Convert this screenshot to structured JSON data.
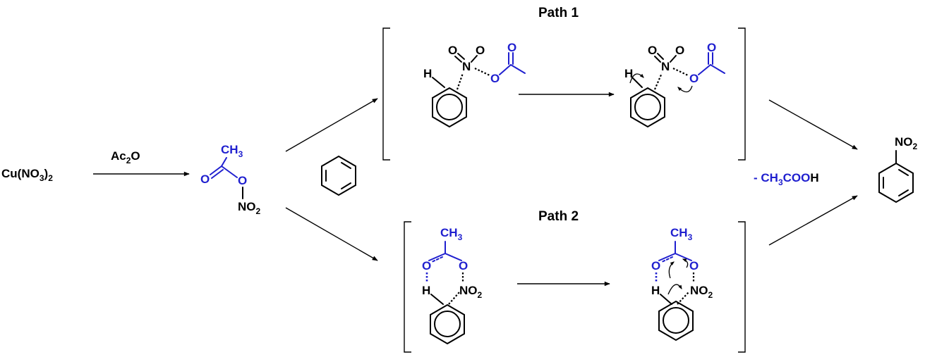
{
  "reactant": {
    "copper_nitrate": {
      "main": "Cu(NO",
      "sub": "3",
      "close": ")",
      "sub2": "2"
    }
  },
  "reagent": {
    "main": "Ac",
    "sub": "2",
    "tail": "O"
  },
  "acetyl_nitrate": {
    "ch3": {
      "main": "CH",
      "sub": "3"
    },
    "carbonyl_o": "O",
    "ester_o": "O",
    "no2": {
      "main": "NO",
      "sub": "2"
    }
  },
  "path1": {
    "title": "Path 1",
    "left": {
      "o1": "O",
      "o2": "O",
      "n": "N",
      "h": "H",
      "ester_o": "O",
      "carbonyl_o": "O"
    },
    "right": {
      "o1": "O",
      "o2": "O",
      "n": "N",
      "h": "H",
      "ester_o": "O",
      "carbonyl_o": "O"
    }
  },
  "path2": {
    "title": "Path 2",
    "left": {
      "ch3": {
        "main": "CH",
        "sub": "3"
      },
      "o1": "O",
      "o2": "O",
      "h": "H",
      "no2": {
        "main": "NO",
        "sub": "2"
      }
    },
    "right": {
      "ch3": {
        "main": "CH",
        "sub": "3"
      },
      "o1": "O",
      "o2": "O",
      "h": "H",
      "no2": {
        "main": "NO",
        "sub": "2"
      }
    }
  },
  "byproduct": {
    "prefix": "- CH",
    "sub": "3",
    "mid": "COO",
    "tail": "H"
  },
  "product": {
    "no2": {
      "main": "NO",
      "sub": "2"
    }
  }
}
